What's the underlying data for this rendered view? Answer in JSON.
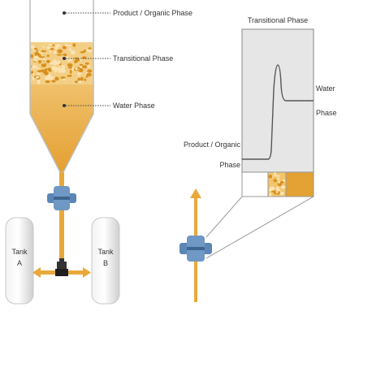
{
  "labels": {
    "product_organic_phase": "Product / Organic Phase",
    "transitional_phase": "Transitional Phase",
    "water_phase": "Water Phase",
    "graph_title": "Transitional Phase",
    "graph_water_line1": "Water",
    "graph_water_line2": "Phase",
    "graph_product_line1": "Product / Organic",
    "graph_product_line2": "Phase",
    "tank_a_line1": "Tank",
    "tank_a_line2": "A",
    "tank_b_line1": "Tank",
    "tank_b_line2": "B"
  },
  "colors": {
    "amber": "#e8a93a",
    "amber_light": "#f2c46b",
    "amber_dark": "#c98a1d",
    "sensor_blue": "#5b86b5",
    "sensor_blue_dark": "#3e6590",
    "panel_gray": "#e6e6e6",
    "line_gray": "#7a7a7a",
    "tank_gray": "#d7d7d7"
  },
  "icons": {
    "sensor": "inline-sensor-icon",
    "valve": "three-way-valve-icon",
    "arrow": "flow-arrow-icon"
  }
}
